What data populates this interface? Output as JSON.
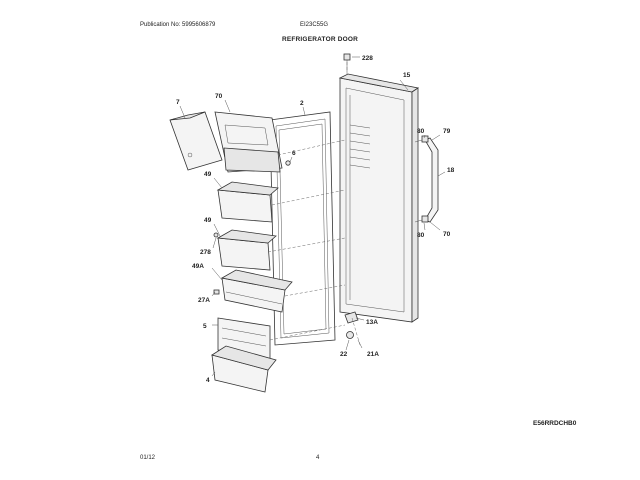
{
  "header": {
    "publication": "Publication No: 5995606879",
    "model": "EI23C55G",
    "title": "REFRIGERATOR DOOR"
  },
  "footer": {
    "date": "01/12",
    "page": "4",
    "diagram_code": "E56RRDCHB0"
  },
  "callouts": [
    "228",
    "15",
    "70",
    "7",
    "2",
    "80",
    "79",
    "6",
    "18",
    "49",
    "49",
    "278",
    "80",
    "70",
    "49A",
    "27A",
    "13A",
    "5",
    "22",
    "21A",
    "4"
  ]
}
